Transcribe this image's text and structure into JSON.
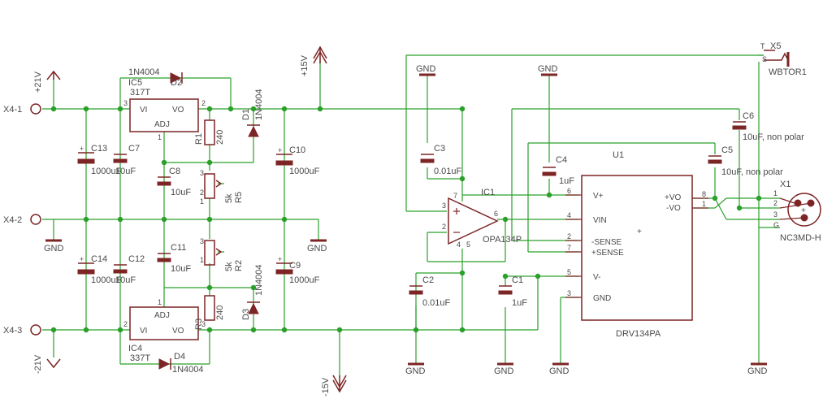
{
  "supplies": {
    "plus21": "+21V",
    "minus21": "-21V",
    "plus15": "+15V",
    "minus15": "-15V"
  },
  "connectors": {
    "x4_1": "X4-1",
    "x4_2": "X4-2",
    "x4_3": "X4-3",
    "x1": "X1",
    "x1_part": "NC3MD-H",
    "x5": "X5",
    "x5_part": "WBTOR1"
  },
  "gnd": "GND",
  "ics": {
    "ic5": "IC5",
    "ic5_part": "317T",
    "ic4": "IC4",
    "ic4_part": "337T",
    "ic1": "IC1",
    "ic1_part": "OPA134P",
    "u1": "U1",
    "u1_part": "DRV134PA",
    "reg_vi": "VI",
    "reg_vo": "VO",
    "reg_adj": "ADJ"
  },
  "diodes": {
    "d1": "D1",
    "d2": "D2",
    "d3": "D3",
    "d4": "D4",
    "part": "1N4004"
  },
  "capacitors": {
    "c1": "C1",
    "c1_val": "1uF",
    "c2": "C2",
    "c2_val": "0.01uF",
    "c3": "C3",
    "c3_val": "0.01uF",
    "c4": "C4",
    "c4_val": "1uF",
    "c5": "C5",
    "c5_val": "10uF, non polar",
    "c6": "C6",
    "c6_val": "10uF, non polar",
    "c7": "C7",
    "c7_val": "10uF",
    "c8": "C8",
    "c8_val": "10uF",
    "c9": "C9",
    "c9_val": "1000uF",
    "c10": "C10",
    "c10_val": "1000uF",
    "c11": "C11",
    "c11_val": "10uF",
    "c12": "C12",
    "c12_val": "10uF",
    "c13": "C13",
    "c13_val": "1000uF",
    "c14": "C14",
    "c14_val": "1000uF"
  },
  "resistors": {
    "r1": "R1",
    "r1_val": "240",
    "r2": "R2",
    "r2_val": "5k",
    "r3": "R3",
    "r3_val": "240",
    "r5": "R5",
    "r5_val": "5k"
  },
  "u1_pins": {
    "vplus": "V+",
    "vin": "VIN",
    "nsense": "-SENSE",
    "psense": "+SENSE",
    "vminus": "V-",
    "gnd": "GND",
    "pvo": "+VO",
    "nvo": "-VO"
  },
  "pin_numbers": {
    "p1": "1",
    "p2": "2",
    "p3": "3",
    "p4": "4",
    "p5": "5",
    "p6": "6",
    "p7": "7",
    "p8": "8"
  },
  "x5_pins": {
    "t": "T",
    "s": "S"
  },
  "x1_pins": {
    "g": "G"
  },
  "colors": {
    "wire": "#2aa02a",
    "part": "#7d2424",
    "text": "#4a4a4a"
  }
}
